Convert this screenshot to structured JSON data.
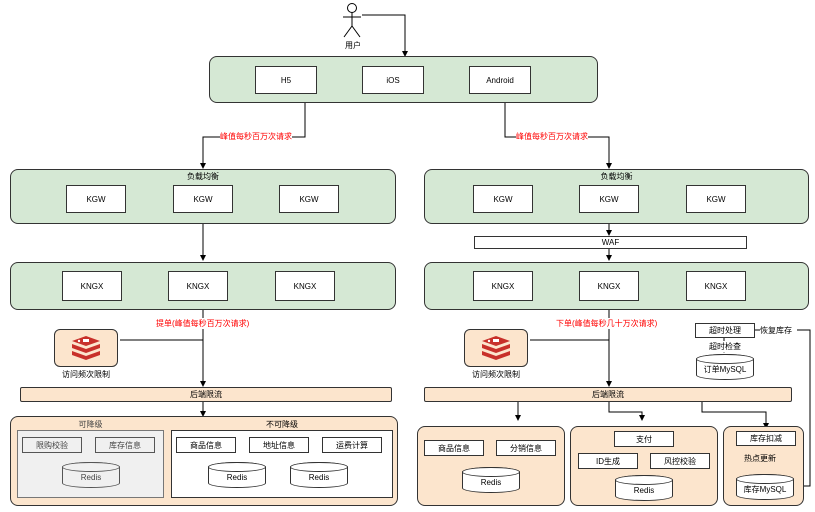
{
  "user": {
    "label": "用户"
  },
  "clients": {
    "h5": "H5",
    "ios": "iOS",
    "android": "Android"
  },
  "edges": {
    "left_peak": "峰值每秒百万次请求",
    "right_peak": "峰值每秒百万次请求",
    "left_order": "提单(峰值每秒百万次请求)",
    "right_order": "下单(峰值每秒几十万次请求)"
  },
  "left": {
    "lb_title": "负载均衡",
    "kgw": [
      "KGW",
      "KGW",
      "KGW"
    ],
    "kngx": [
      "KNGX",
      "KNGX",
      "KNGX"
    ],
    "rate_limit_label": "访问频次限制",
    "backend_limit": "后端限流",
    "degradable": {
      "title": "可降级",
      "items": [
        "限购校验",
        "库存信息"
      ],
      "db": "Redis"
    },
    "non_degradable": {
      "title": "不可降级",
      "items": [
        "商品信息",
        "地址信息",
        "运费计算"
      ],
      "dbs": [
        "Redis",
        "Redis"
      ]
    }
  },
  "right": {
    "lb_title": "负载均衡",
    "kgw": [
      "KGW",
      "KGW",
      "KGW"
    ],
    "waf": "WAF",
    "kngx": [
      "KNGX",
      "KNGX",
      "KNGX"
    ],
    "rate_limit_label": "访问频次限制",
    "timeout": "超时处理",
    "restore": "恢复库存",
    "timeout_check": "超时检查",
    "order_db": "订单MySQL",
    "backend_limit": "后端限流",
    "group1": {
      "items": [
        "商品信息",
        "分销信息"
      ],
      "db": "Redis"
    },
    "group2": {
      "pay": "支付",
      "items": [
        "ID生成",
        "风控校验"
      ],
      "db": "Redis"
    },
    "group3": {
      "deduct": "库存扣减",
      "hot_update": "热点更新",
      "db": "库存MySQL"
    }
  },
  "colors": {
    "green_fill": "#d5e8d4",
    "peach_fill": "#fce5cd",
    "edge_label": "#ff0000",
    "redis_logo": "#c8302a"
  }
}
